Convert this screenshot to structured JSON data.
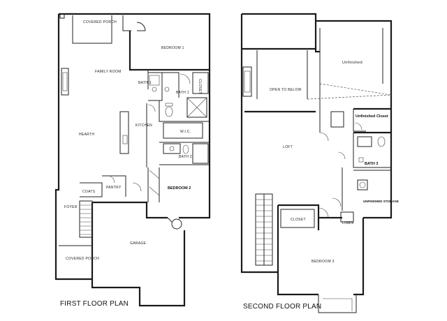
{
  "first_floor": {
    "caption": "FIRST FLOOR PLAN",
    "rooms": {
      "covered_porch_top": "COVERED PORCH",
      "bedroom_1": "BEDROOM 1",
      "family_room": "FAMILY ROOM",
      "bath_1": "BATH 1",
      "closet_1": "CLOSET",
      "w_closet": "W.I.C.",
      "kitchen": "KITCHEN",
      "hearth": "HEARTH",
      "bath_2": "BATH 2",
      "coats": "COATS",
      "pantry": "PANTRY",
      "bedroom_2": "BEDROOM 2",
      "foyer": "FOYER",
      "covered_porch_bottom": "COVERED PORCH",
      "garage": "GARAGE"
    }
  },
  "second_floor": {
    "caption": "SECOND FLOOR PLAN",
    "rooms": {
      "unfinished": "Unfinished",
      "open_to_below": "OPEN TO BELOW",
      "unfinished_closet": "Unfinished Closet",
      "loft": "LOFT",
      "bath_3": "BATH 3",
      "unfinished_storage": "UNFINISHED STORAGE",
      "closet": "CLOSET",
      "linen": "LINEN",
      "bedroom_3": "BEDROOM 3"
    }
  }
}
